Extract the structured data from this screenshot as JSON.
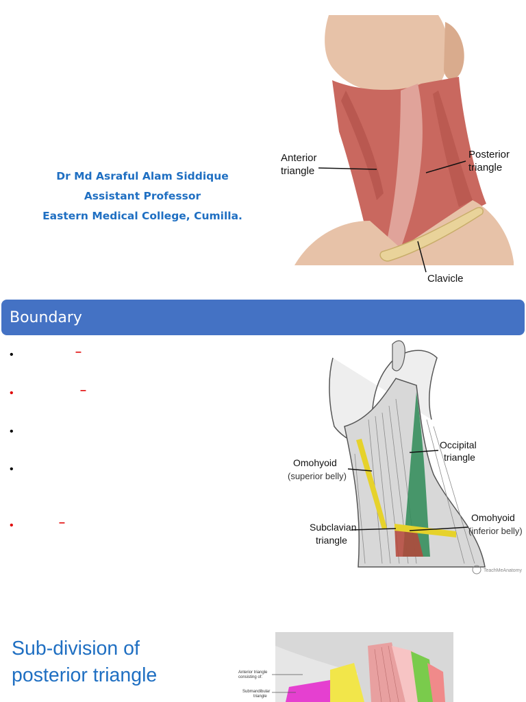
{
  "slide1": {
    "author_lines": [
      "Dr Md Asraful Alam Siddique",
      "Assistant Professor",
      "Eastern Medical College, Cumilla."
    ],
    "figure": {
      "anterior_label": [
        "Anterior",
        "triangle"
      ],
      "posterior_label": [
        "Posterior",
        "triangle"
      ],
      "clavicle_label": "Clavicle"
    }
  },
  "slide2": {
    "title": "Boundary",
    "bullet_char": "•",
    "dash_char": "–",
    "colors": {
      "bar": "#4472c4",
      "red": "#e00000"
    },
    "figure": {
      "occipital_label": [
        "Occipital",
        "triangle"
      ],
      "omohyoid_sup_label": [
        "Omohyoid",
        "(superior belly)"
      ],
      "subclavian_label": [
        "Subclavian",
        "triangle"
      ],
      "omohyoid_inf_label": [
        "Omohyoid",
        "(inferior belly)"
      ],
      "credit": "TeachMeAnatomy"
    }
  },
  "slide3": {
    "title_lines": [
      "Sub-division of",
      "posterior triangle"
    ],
    "figure": {
      "small_label_1": [
        "Anterior triangle",
        "consisting of:"
      ],
      "small_label_2": [
        "Submandibular",
        "triangle"
      ]
    }
  }
}
